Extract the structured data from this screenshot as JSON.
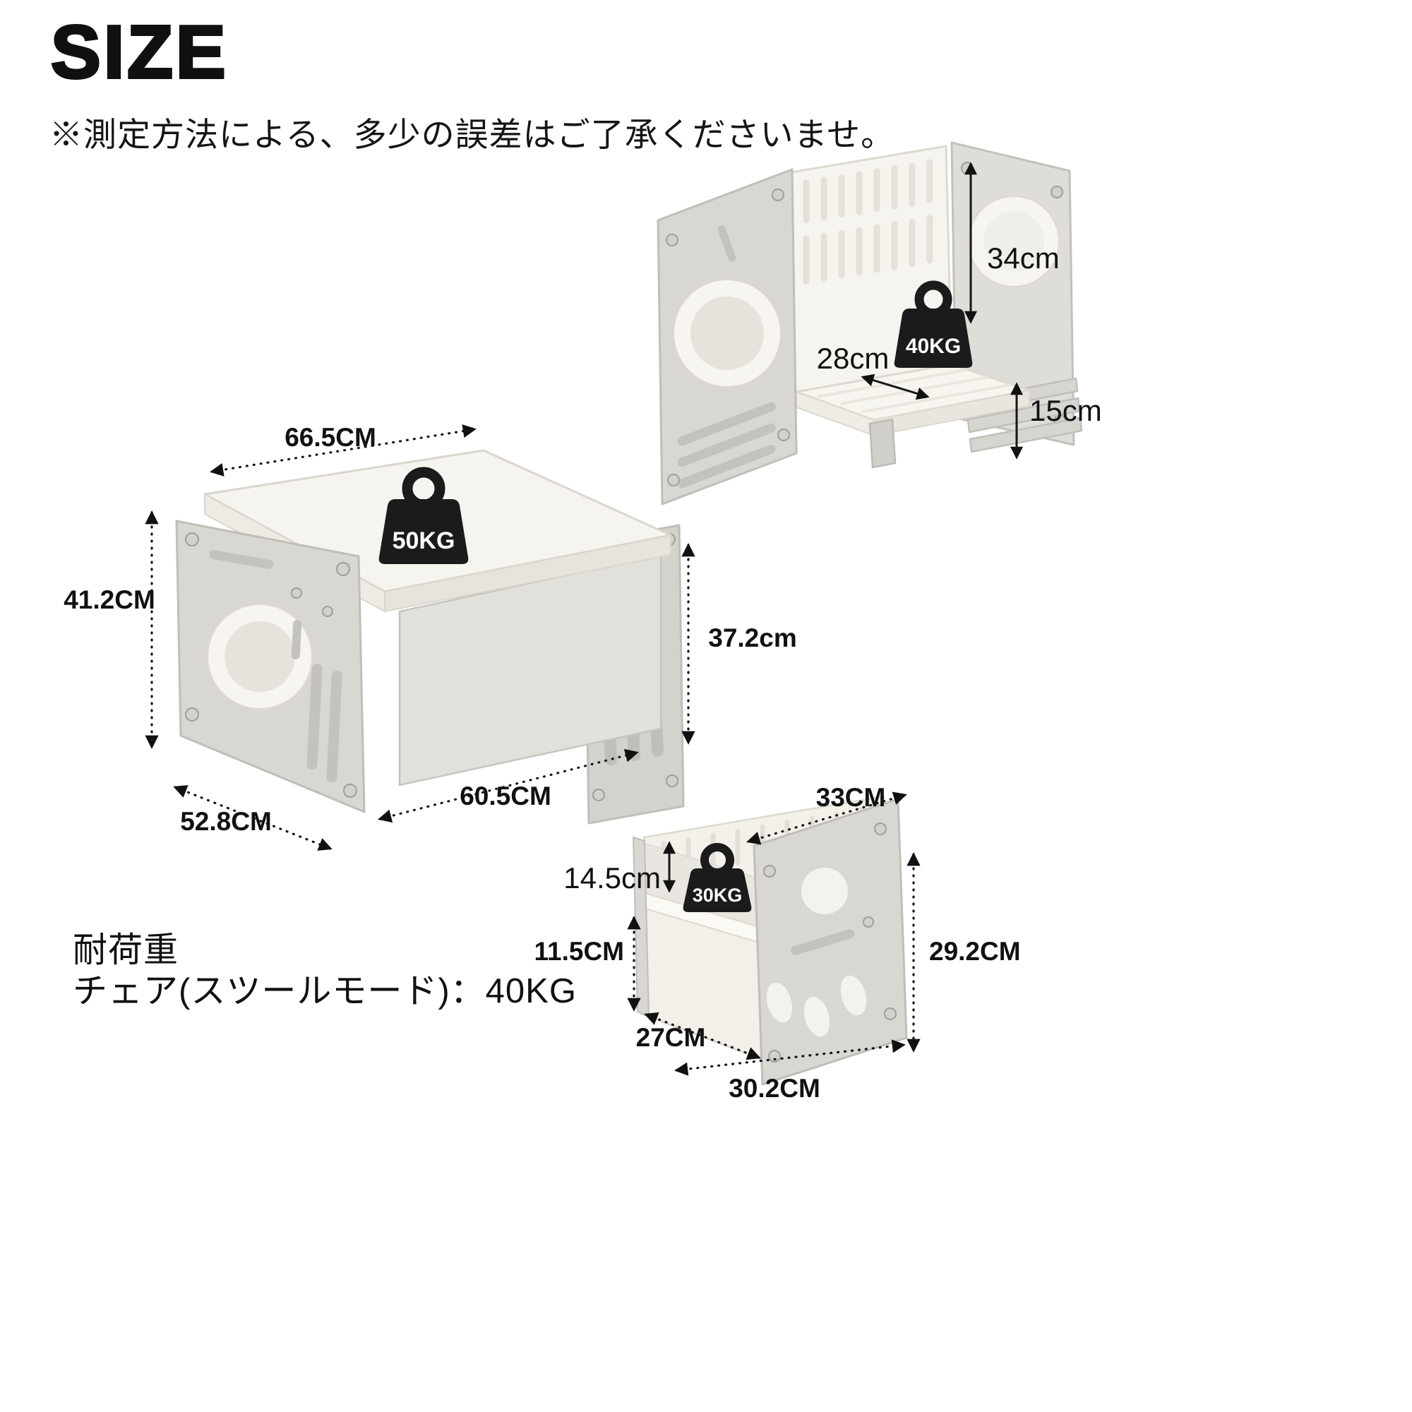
{
  "page": {
    "title": "SIZE",
    "note": "※測定方法による、多少の誤差はご了承くださいませ。",
    "load_capacity_heading": "耐荷重",
    "load_capacity_value": "チェア(スツールモード)：40KG"
  },
  "stool": {
    "weight_label": "40KG",
    "height": "34cm",
    "seat_depth": "28cm",
    "seat_height": "15cm"
  },
  "table": {
    "weight_label": "50KG",
    "top_width": "66.5CM",
    "height": "41.2CM",
    "side_depth": "52.8CM",
    "bottom_width": "60.5CM",
    "inner_height": "37.2cm"
  },
  "cube_chair": {
    "weight_label": "30KG",
    "top_depth": "33CM",
    "backrest_height": "14.5cm",
    "seat_height": "11.5CM",
    "total_height": "29.2CM",
    "seat_width": "27CM",
    "bottom_width": "30.2CM"
  },
  "colors": {
    "panel_gray": "#d8d7d2",
    "panel_white": "#f6f4ef",
    "weight_black": "#1b1b1b",
    "text": "#111111"
  }
}
